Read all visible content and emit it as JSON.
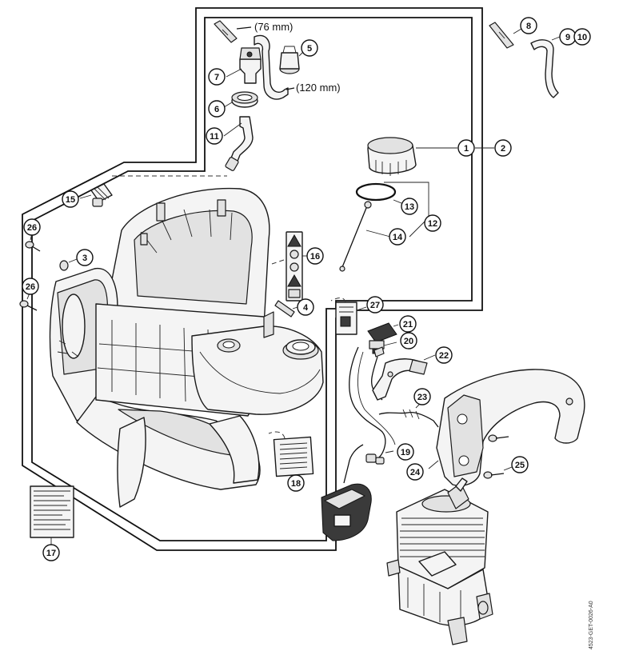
{
  "callouts": [
    {
      "id": "c1",
      "label": "1"
    },
    {
      "id": "c2",
      "label": "2"
    },
    {
      "id": "c3",
      "label": "3"
    },
    {
      "id": "c4",
      "label": "4"
    },
    {
      "id": "c5",
      "label": "5"
    },
    {
      "id": "c6",
      "label": "6"
    },
    {
      "id": "c7",
      "label": "7"
    },
    {
      "id": "c8",
      "label": "8"
    },
    {
      "id": "c9",
      "label": "9"
    },
    {
      "id": "c10",
      "label": "10"
    },
    {
      "id": "c11",
      "label": "11"
    },
    {
      "id": "c12",
      "label": "12"
    },
    {
      "id": "c13",
      "label": "13"
    },
    {
      "id": "c14",
      "label": "14"
    },
    {
      "id": "c15",
      "label": "15"
    },
    {
      "id": "c16",
      "label": "16"
    },
    {
      "id": "c17",
      "label": "17"
    },
    {
      "id": "c18",
      "label": "18"
    },
    {
      "id": "c19",
      "label": "19"
    },
    {
      "id": "c20",
      "label": "20"
    },
    {
      "id": "c21",
      "label": "21"
    },
    {
      "id": "c22",
      "label": "22"
    },
    {
      "id": "c23",
      "label": "23"
    },
    {
      "id": "c24",
      "label": "24"
    },
    {
      "id": "c25",
      "label": "25"
    },
    {
      "id": "c26a",
      "label": "26"
    },
    {
      "id": "c26b",
      "label": "26"
    },
    {
      "id": "c27",
      "label": "27"
    }
  ],
  "notes": {
    "hose_short": "(76 mm)",
    "hose_long": "(120 mm)"
  },
  "drawing_code": "4523-GET-0026-A0"
}
